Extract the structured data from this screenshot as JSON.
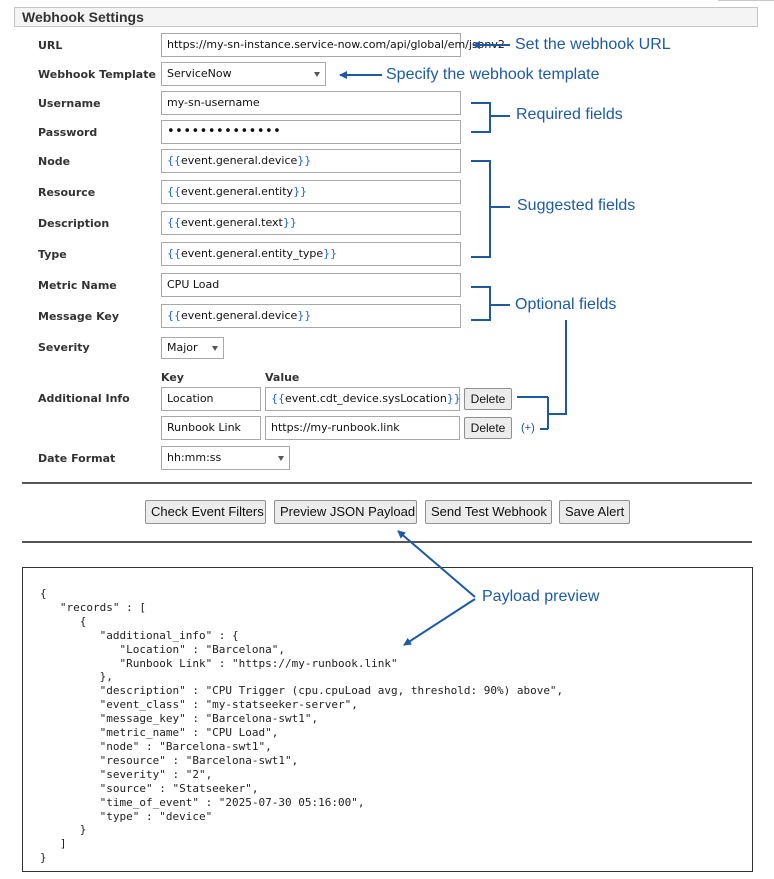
{
  "section": {
    "title": "Webhook Settings"
  },
  "labels": {
    "url": "URL",
    "template": "Webhook Template",
    "username": "Username",
    "password": "Password",
    "node": "Node",
    "resource": "Resource",
    "description": "Description",
    "type": "Type",
    "metric_name": "Metric Name",
    "message_key": "Message Key",
    "severity": "Severity",
    "additional_info": "Additional Info",
    "date_format": "Date Format"
  },
  "fields": {
    "url": "https://my-sn-instance.service-now.com/api/global/em/jsonv2",
    "template": "ServiceNow",
    "username": "my-sn-username",
    "password": "••••••••••••••",
    "node": {
      "open": "{{",
      "var": "event.general.device",
      "close": "}}"
    },
    "resource": {
      "open": "{{",
      "var": "event.general.entity",
      "close": "}}"
    },
    "description": {
      "open": "{{",
      "var": "event.general.text",
      "close": "}}"
    },
    "type": {
      "open": "{{",
      "var": "event.general.entity_type",
      "close": "}}"
    },
    "metric_name": "CPU Load",
    "message_key": {
      "open": "{{",
      "var": "event.general.device",
      "close": "}}"
    },
    "severity": "Major",
    "date_format": "hh:mm:ss"
  },
  "additional_info": {
    "key_header": "Key",
    "value_header": "Value",
    "rows": [
      {
        "key": "Location",
        "value_open": "{{",
        "value_var": "event.cdt_device.sysLocation",
        "value_close": "}}",
        "value_plain": "",
        "delete": "Delete"
      },
      {
        "key": "Runbook Link",
        "value_open": "",
        "value_var": "",
        "value_close": "",
        "value_plain": "https://my-runbook.link",
        "delete": "Delete"
      }
    ],
    "add_label": "(+)"
  },
  "buttons": {
    "check_filters": "Check Event Filters",
    "preview_json": "Preview JSON Payload",
    "send_test": "Send Test Webhook",
    "save_alert": "Save Alert"
  },
  "annotations": {
    "url": "Set the webhook URL",
    "template": "Specify the webhook template",
    "required": "Required fields",
    "suggested": "Suggested fields",
    "optional": "Optional fields",
    "payload": "Payload preview"
  },
  "json_preview": "{\n   \"records\" : [\n      {\n         \"additional_info\" : {\n            \"Location\" : \"Barcelona\",\n            \"Runbook Link\" : \"https://my-runbook.link\"\n         },\n         \"description\" : \"CPU Trigger (cpu.cpuLoad avg, threshold: 90%) above\",\n         \"event_class\" : \"my-statseeker-server\",\n         \"message_key\" : \"Barcelona-swt1\",\n         \"metric_name\" : \"CPU Load\",\n         \"node\" : \"Barcelona-swt1\",\n         \"resource\" : \"Barcelona-swt1\",\n         \"severity\" : \"2\",\n         \"source\" : \"Statseeker\",\n         \"time_of_event\" : \"2025-07-30 05:16:00\",\n         \"type\" : \"device\"\n      }\n   ]\n}",
  "colors": {
    "annotation": "#1c5aa8",
    "template_brace": "#1c61d6"
  }
}
